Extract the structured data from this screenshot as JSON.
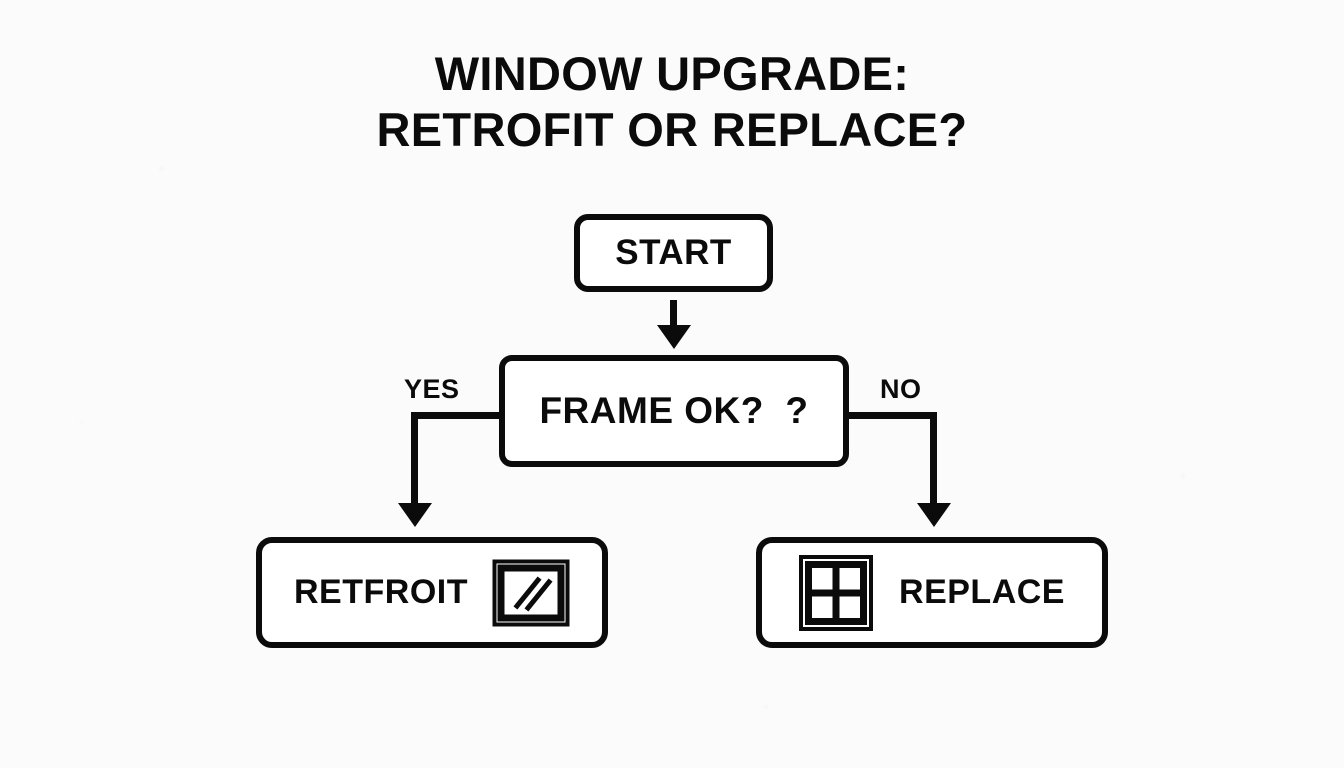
{
  "title": {
    "line1": "WINDOW UPGRADE:",
    "line2": "RETROFIT OR REPLACE?"
  },
  "colors": {
    "background": "#fbfbfc",
    "ink": "#0b0b0b",
    "node_fill": "#ffffff"
  },
  "flowchart": {
    "start": {
      "label": "START"
    },
    "decision": {
      "label": "FRAME OK?  ?"
    },
    "branches": {
      "yes_label": "YES",
      "no_label": "NO"
    },
    "outcomes": [
      {
        "label": "RETFROIT",
        "icon": "glass-pane-icon"
      },
      {
        "label": "REPLACE",
        "icon": "four-pane-window-icon"
      }
    ]
  }
}
